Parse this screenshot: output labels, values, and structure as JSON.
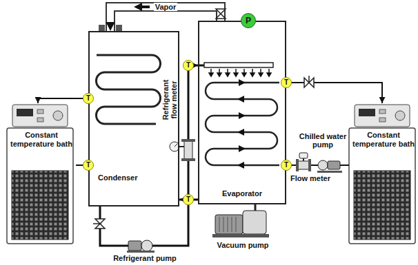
{
  "diagram": {
    "nodes": [
      {
        "text": [
          "Constant temperature bath"
        ]
      },
      {
        "text": [
          "Condenser"
        ]
      },
      {
        "text": [
          "Evaporator"
        ]
      },
      {
        "text": [
          "Constant temperature bath"
        ]
      },
      {
        "text": [
          "T"
        ]
      },
      {
        "text": [
          "T"
        ]
      },
      {
        "text": [
          "T"
        ]
      },
      {
        "text": [
          "T"
        ]
      },
      {
        "text": [
          "T"
        ]
      },
      {
        "text": [
          "T"
        ]
      },
      {
        "text": [
          "P"
        ]
      }
    ],
    "edges": [
      {
        "from": 2,
        "to": 1,
        "label": "Vapor",
        "arrow": "to"
      },
      {
        "from": 1,
        "to": 2,
        "arrow": "to"
      },
      {
        "from": 2,
        "to": 1,
        "arrow": "to"
      },
      {
        "from": 1,
        "to": 0,
        "arrow": "to"
      },
      {
        "from": 0,
        "to": 1,
        "arrow": "none"
      },
      {
        "from": 2,
        "to": 3,
        "arrow": "to"
      },
      {
        "from": 3,
        "to": 2,
        "arrow": "none"
      }
    ],
    "labels": [
      "Refrigerant flow meter",
      "Flow meter",
      "Chilled water pump",
      "Refrigerant pump",
      "Vacuum pump"
    ]
  }
}
